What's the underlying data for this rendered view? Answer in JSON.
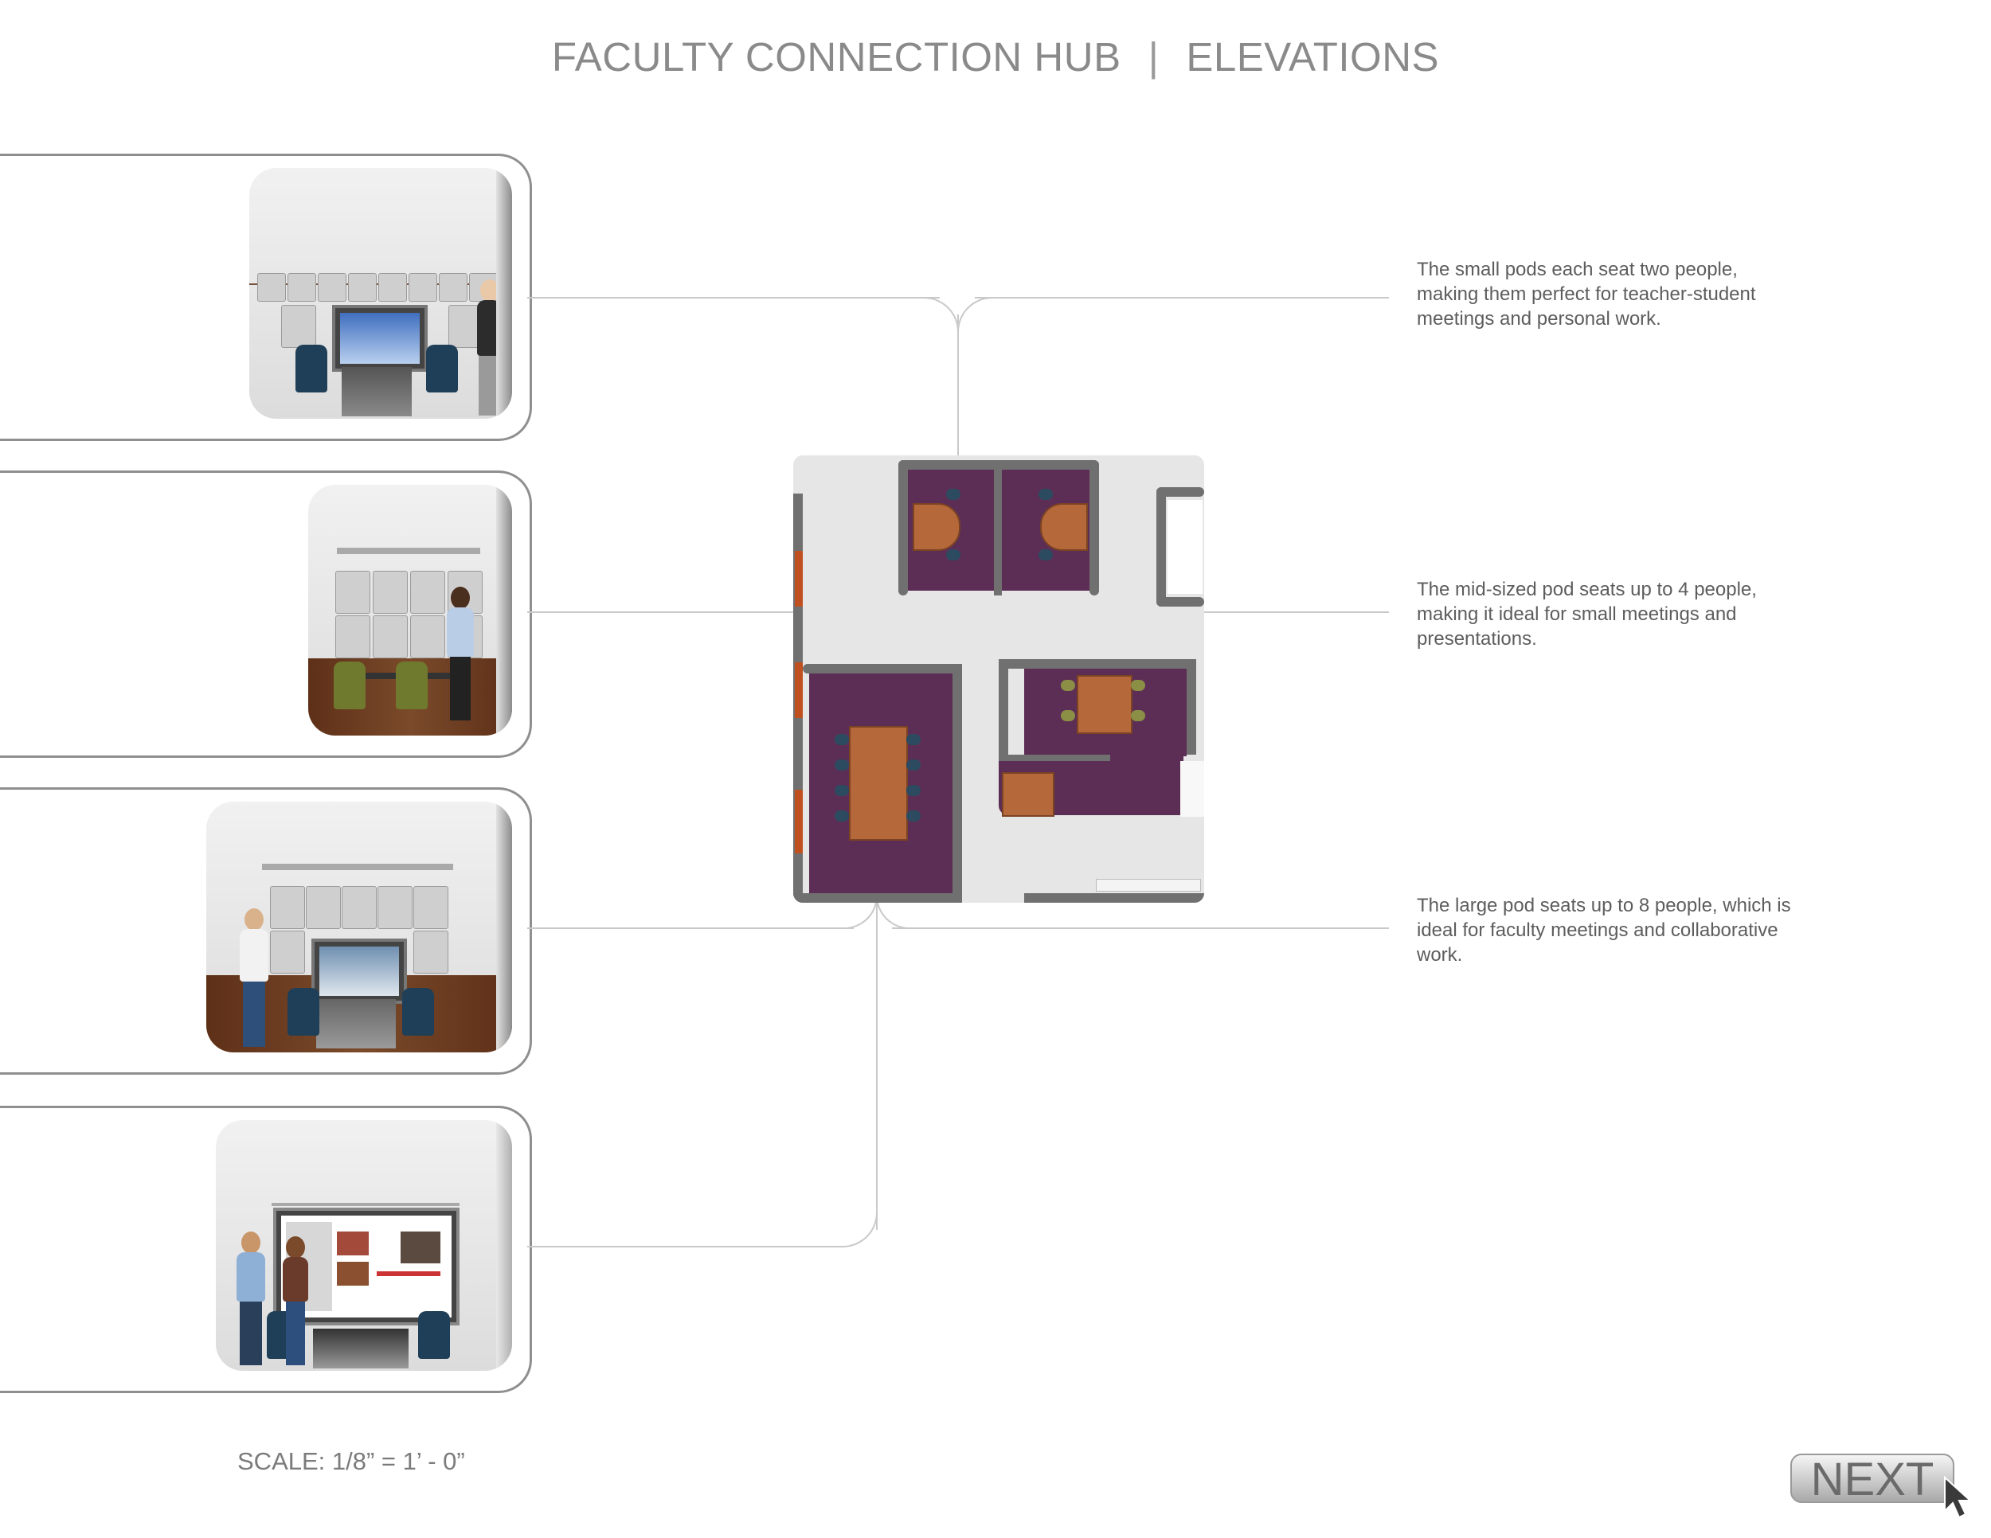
{
  "header": {
    "title_left": "FACULTY CONNECTION HUB",
    "separator": "|",
    "title_right": "ELEVATIONS"
  },
  "descriptions": [
    {
      "id": "small-pod",
      "text": "The small pods each seat two people, making them perfect for teacher-student meetings and personal work."
    },
    {
      "id": "mid-pod",
      "text": "The mid-sized pod seats up to 4 people, making it ideal for small meetings and presentations."
    },
    {
      "id": "large-pod",
      "text": "The large pod seats up to 8 people, which is ideal for faculty meetings and collaborative work."
    }
  ],
  "footer": {
    "scale_text": "SCALE:  1/8” = 1’ - 0”",
    "next_label": "NEXT"
  },
  "icons": {
    "cursor": "arrow-cursor-icon"
  },
  "colors": {
    "title": "#8a8a8a",
    "carpet": "#5d2e55",
    "wood": "#b5693a",
    "panel_border": "#8f8f8f"
  }
}
